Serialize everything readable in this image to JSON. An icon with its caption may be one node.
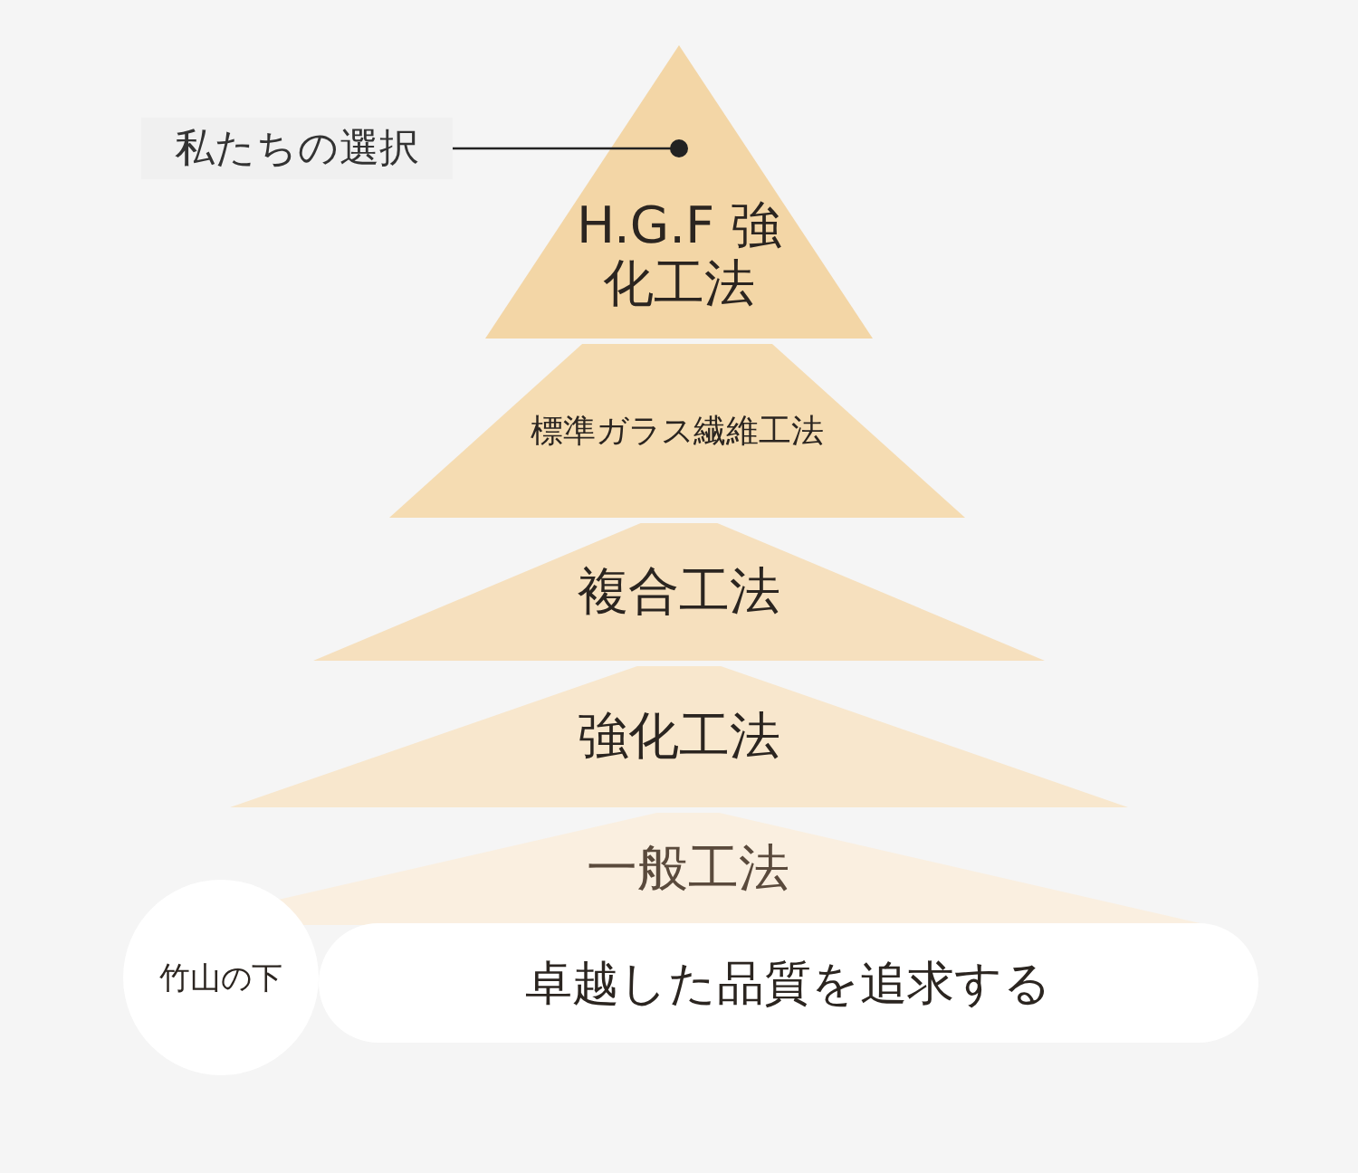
{
  "diagram": {
    "nodes": [
      {
        "text": [
          "私たちの選択"
        ]
      },
      {
        "text": [
          "H.G.F 強化工法"
        ]
      },
      {
        "text": [
          "標準ガラス繊維工法"
        ]
      },
      {
        "text": [
          "複合工法"
        ]
      },
      {
        "text": [
          "強化工法"
        ]
      },
      {
        "text": [
          "一般工法"
        ]
      },
      {
        "text": [
          "卓越した品質を追求する"
        ]
      },
      {
        "text": [
          "竹山の下"
        ]
      }
    ],
    "edges": [
      {
        "from": 0,
        "to": 1,
        "arrow": "other"
      }
    ]
  }
}
